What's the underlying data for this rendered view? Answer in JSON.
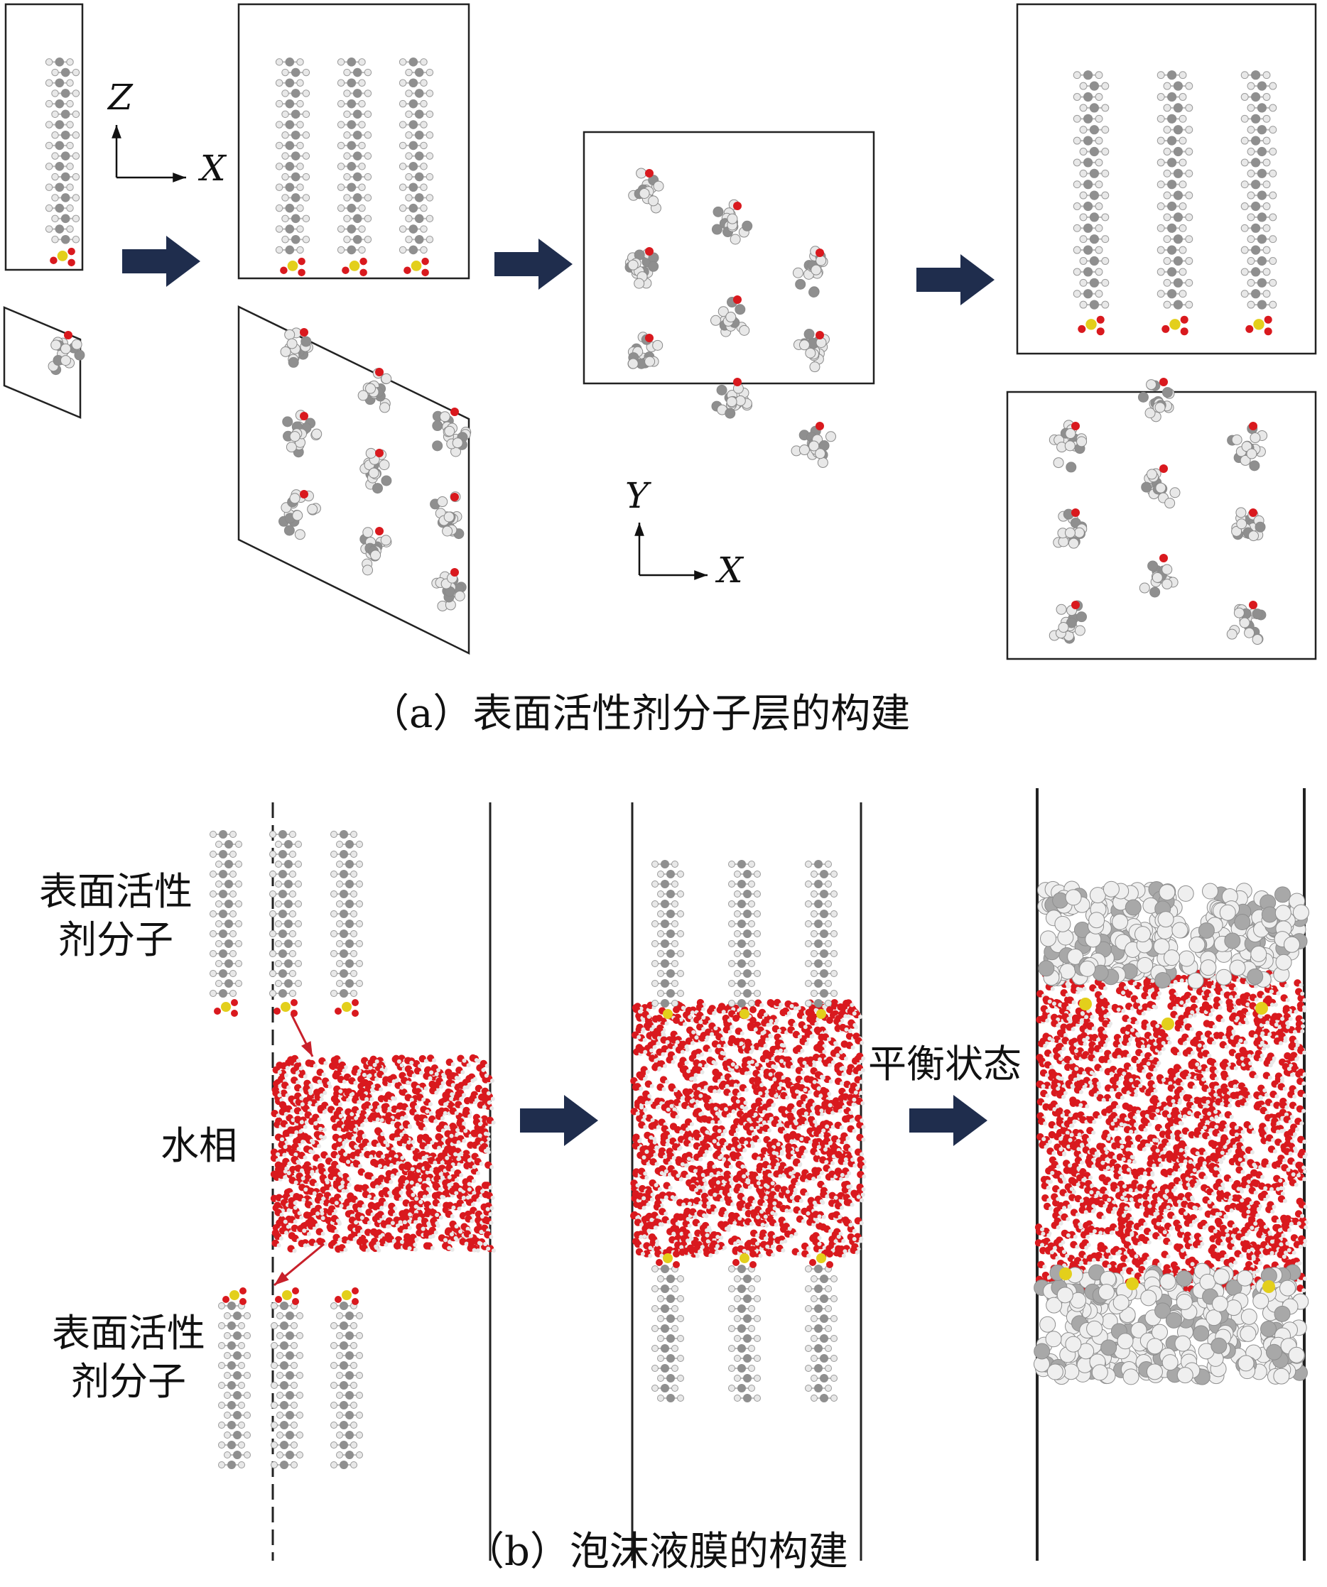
{
  "panel_a": {
    "caption": "（a）表面活性剂分子层的构建",
    "axes_side": {
      "vertical": "Z",
      "horizontal": "X"
    },
    "axes_top": {
      "vertical": "Y",
      "horizontal": "X"
    }
  },
  "panel_b": {
    "caption": "（b）泡沫液膜的构建",
    "label_top": "表面活性剂分子",
    "label_water": "水相",
    "label_bottom": "表面活性剂分子",
    "label_equilibrium": "平衡状态"
  },
  "colors": {
    "arrow": "#1f2d4d",
    "red_arrow": "#c8202a",
    "oxygen": "#d9191e",
    "hydrogen": "#e8e8e8",
    "carbon": "#8f8f8f",
    "sulfur": "#e3cf1b",
    "box_line": "#222222"
  }
}
